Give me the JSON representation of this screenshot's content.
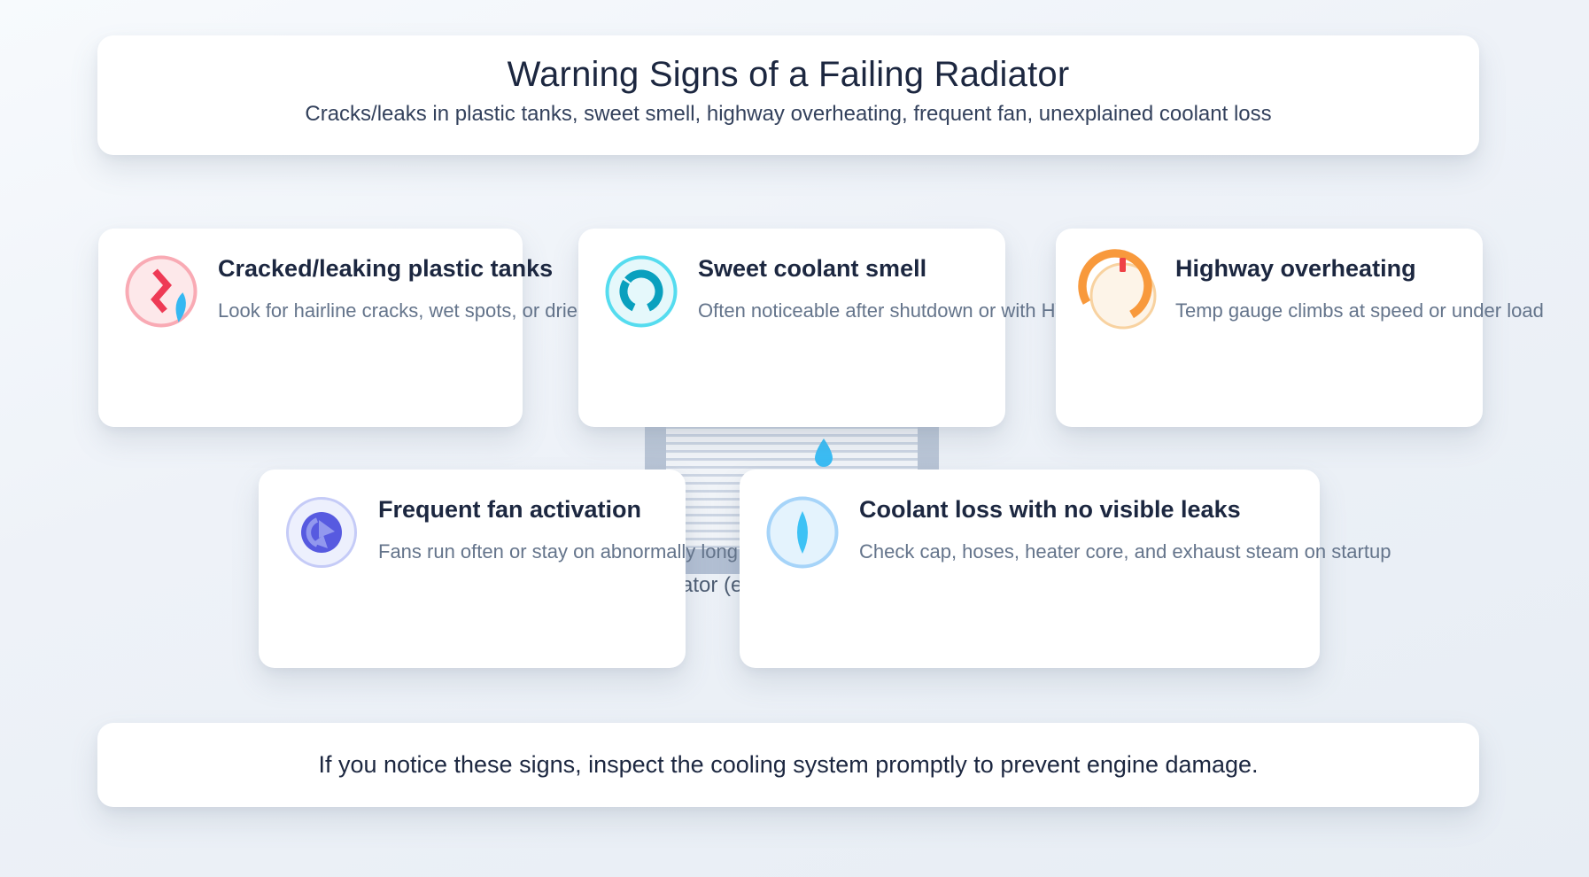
{
  "page": {
    "background_from": "#f7fafd",
    "background_to": "#e7edf4",
    "card_color": "#ffffff",
    "title_color": "#1c2740",
    "description_color": "#64748b"
  },
  "header": {
    "title": "Warning Signs of a Failing Radiator",
    "subtitle": "Cracks/leaks in plastic tanks, sweet smell, highway overheating, frequent fan, unexplained coolant loss"
  },
  "cards": [
    {
      "title": "Cracked/leaking plastic tanks",
      "description": "Look for hairline cracks, wet spots, or dried",
      "icon": "crack-leak-icon",
      "icon_bg": "#fde8ea",
      "icon_border": "#f9aab4",
      "icon_glyph_color": "#ee3a55",
      "icon_drop_color": "#35b8f2"
    },
    {
      "title": "Sweet coolant smell",
      "description": "Often noticeable after shutdown or with HVA",
      "icon": "steam-swirl-icon",
      "icon_bg": "#e5f8fb",
      "icon_border": "#55dcef",
      "icon_glyph_color": "#0aa0be"
    },
    {
      "title": "Highway overheating",
      "description": "Temp gauge climbs at speed or under load",
      "icon": "temp-gauge-icon",
      "icon_bg": "#fdf4e8",
      "icon_border": "#f8d2a0",
      "icon_glyph_color": "#f8993c",
      "icon_tick_color": "#ef4146"
    },
    {
      "title": "Frequent fan activation",
      "description": "Fans run often or stay on abnormally long",
      "icon": "fan-icon",
      "icon_bg": "#edf0fd",
      "icon_border": "#c5cbf7",
      "icon_glyph_color": "#575ae0",
      "icon_blade_color": "#9298ee"
    },
    {
      "title": "Coolant loss with no visible leaks",
      "description": "Check cap, hoses, heater core, and exhaust steam on startup",
      "icon": "droplet-icon",
      "icon_bg": "#e4f3fd",
      "icon_border": "#a6d4f9",
      "icon_glyph_color": "#3dc2f5"
    }
  ],
  "radiator": {
    "caption_visible": "ator (e",
    "tank_color": "#b6c2d4",
    "fin_color": "#ccd5e3",
    "drop_color": "#3bbdf5"
  },
  "footer": {
    "note": "If you notice these signs, inspect the cooling system promptly to prevent engine damage."
  }
}
